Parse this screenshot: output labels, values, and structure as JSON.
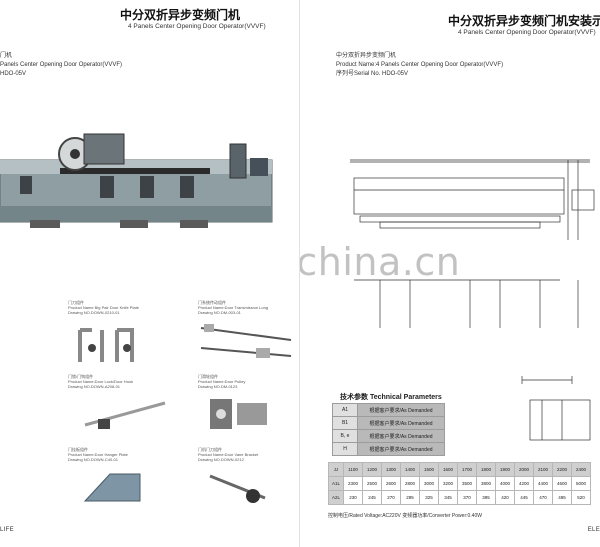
{
  "left_page": {
    "title_cn": "中分双折异步变频门机",
    "title_en": "4 Panels  Center Opening Door Operator(VVVF)",
    "product_line1": "门机",
    "product_line2": "Panels Center Opening Door Operator(VVVF)",
    "product_line3": "HDO-05V",
    "parts": [
      {
        "line1": "门刀组件",
        "line2": "Product Name Big Pair Door Knife Plate",
        "line3": "Drawing NO.DOWN-0210-01"
      },
      {
        "line1": "门锁/门钩组件",
        "line2": "Product Name:Door Lock/Door Hook",
        "line3": "Drawing NO.DOWN-A208-01"
      },
      {
        "line1": "门挂板组件",
        "line2": "Product Name:Door Hanger Plate",
        "line3": "Drawing NO.DOWN-C40-01"
      }
    ],
    "parts_right": [
      {
        "line1": "门系统传动组件",
        "line2": "Product Name:Door Transmission Long",
        "line3": "Drawing NO.DM-003-01"
      },
      {
        "line1": "门滑轮组件",
        "line2": "Product Name:Door Pulley",
        "line3": "Drawing NO.DM-0123"
      },
      {
        "line1": "门机门刀组件",
        "line2": "Product Name:Door Vane Bracket",
        "line3": "Drawing NO.DOWN-0212"
      }
    ],
    "footer": "LIFE"
  },
  "right_page": {
    "title_cn": "中分双折异步变频门机安装示意图",
    "title_en": "4 Panels  Center Opening Door Operator(VVVF)",
    "product_line1": "中分双折异步变频门机",
    "product_line2": "Product Name:4 Panels Center Opening Door Operator(VVVF)",
    "product_line3": "序列号Serial No. HDO-05V",
    "spec_title": "技术参数 Technical Parameters",
    "params": [
      {
        "label": "A1",
        "value": "根据客户要求/As Demanded"
      },
      {
        "label": "B1",
        "value": "根据客户要求/As Demanded"
      },
      {
        "label": "B, e",
        "value": "根据客户要求/As Demanded"
      },
      {
        "label": "H",
        "value": "根据客户要求/As Demanded"
      }
    ],
    "dims": {
      "row_labels": [
        "JJ",
        "A1L",
        "A2L"
      ],
      "rows": [
        [
          "1100",
          "1200",
          "1300",
          "1400",
          "1500",
          "1600",
          "1700",
          "1800",
          "1900",
          "2000",
          "2100",
          "2200",
          "2400"
        ],
        [
          "2300",
          "2500",
          "2600",
          "2800",
          "3000",
          "3200",
          "3500",
          "3800",
          "4000",
          "4200",
          "4400",
          "4600",
          "5000"
        ],
        [
          "230",
          "245",
          "270",
          "295",
          "325",
          "345",
          "370",
          "395",
          "420",
          "445",
          "470",
          "495",
          "520"
        ]
      ]
    },
    "note": "控制电压/Rated Voltage:AC220V 变频器功率/Converter Power:0.40W",
    "footer": "ELE"
  },
  "watermark": "trade.china.cn"
}
